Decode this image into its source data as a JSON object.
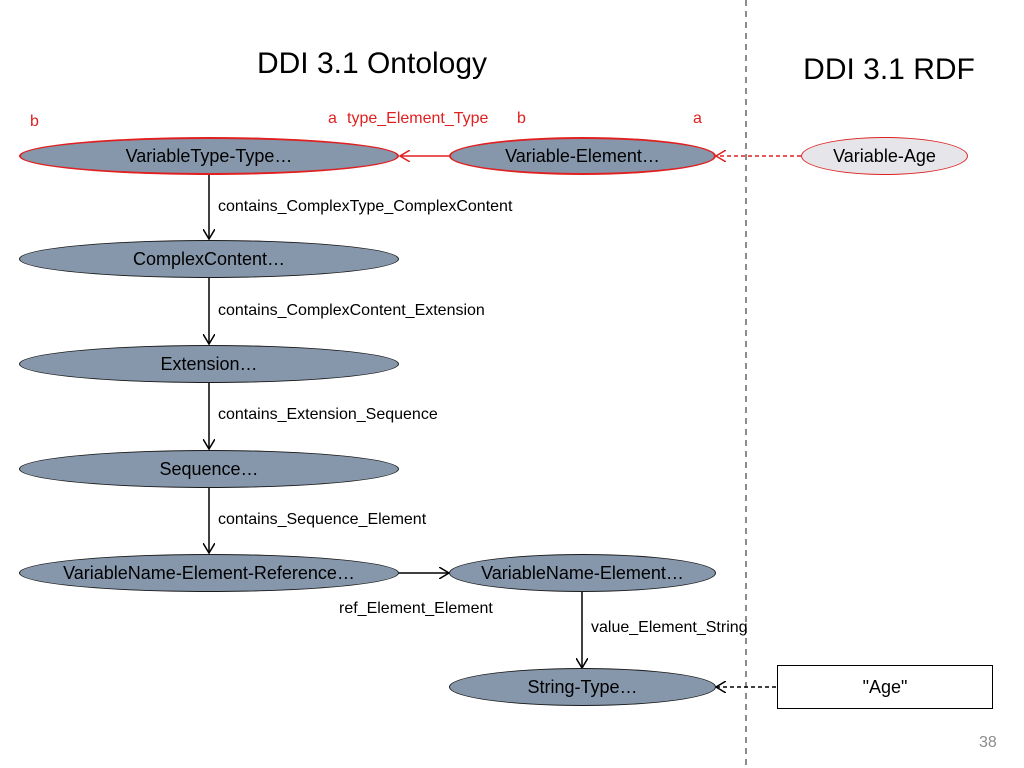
{
  "titles": {
    "ontology": "DDI 3.1 Ontology",
    "rdf": "DDI 3.1 RDF"
  },
  "nodes": {
    "variable_type": "VariableType-Type…",
    "variable_element": "Variable-Element…",
    "variable_age": "Variable-Age",
    "complex_content": "ComplexContent…",
    "extension": "Extension…",
    "sequence": "Sequence…",
    "variable_name_ref": "VariableName-Element-Reference…",
    "variable_name_element": "VariableName-Element…",
    "string_type": "String-Type…",
    "age_literal": "\"Age\""
  },
  "edges": {
    "type_element_type": "type_Element_Type",
    "contains_complextype": "contains_ComplexType_ComplexContent",
    "contains_complexcontent": "contains_ComplexContent_Extension",
    "contains_extension": "contains_Extension_Sequence",
    "contains_sequence": "contains_Sequence_Element",
    "ref_element": "ref_Element_Element",
    "value_element": "value_Element_String"
  },
  "markers": {
    "b_left": "b",
    "a_mid": "a",
    "b_mid": "b",
    "a_right": "a"
  },
  "page_number": "38",
  "colors": {
    "node_fill": "#8697ac",
    "highlight_red": "#e02020",
    "rdf_fill": "#e6e6ea"
  }
}
